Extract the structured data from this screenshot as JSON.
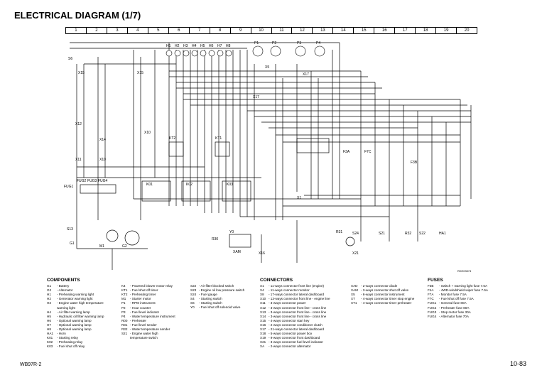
{
  "title": "ELECTRICAL DIAGRAM (1/7)",
  "columns": [
    "1",
    "2",
    "3",
    "4",
    "5",
    "6",
    "7",
    "8",
    "9",
    "10",
    "11",
    "12",
    "13",
    "14",
    "15",
    "16",
    "17",
    "18",
    "19",
    "20"
  ],
  "diagram_labels": {
    "s6": "S6",
    "x15a": "X15",
    "x15b": "X15",
    "x12": "X12",
    "x14": "X14",
    "x11": "X11",
    "x10a": "X10",
    "x10b": "X10",
    "kt1": "KT1",
    "kt2": "KT2",
    "k01": "K01",
    "k02": "K02",
    "k03": "K03",
    "h1": "H1",
    "h2": "H2",
    "h3": "H3",
    "h4": "H4",
    "h5": "H5",
    "h6": "H6",
    "h7": "H7",
    "h8": "H8",
    "p1": "P1",
    "p2": "P2",
    "p3": "P3",
    "p4": "P4",
    "x5": "X5",
    "x17a": "X17",
    "x17b": "X17",
    "fug1": "FUG1",
    "fug2": "FUG2",
    "fug3": "FUG3",
    "fug4": "FUG4",
    "s13": "S13",
    "g1": "G1",
    "m1": "M1",
    "g2": "G2",
    "r30": "R30",
    "y0": "Y0",
    "x16": "X16",
    "xam": "XAM",
    "x1": "X1",
    "f3a": "F3A",
    "f3b": "F3B",
    "f7c": "F7C",
    "r31": "R31",
    "s24": "S24",
    "x21": "X21",
    "s21": "S21",
    "r32": "R32",
    "s22": "S22",
    "ha1": "HA1",
    "code": "RKE03374"
  },
  "components": {
    "heading": "COMPONENTS",
    "col1": [
      {
        "code": "G1",
        "text": "- Battery"
      },
      {
        "code": "G2",
        "text": "- Alternator"
      },
      {
        "code": "H1",
        "text": "- Preheating warning light"
      },
      {
        "code": "H2",
        "text": "- Generator warning light"
      },
      {
        "code": "H3",
        "text": "- Engine water high temperature"
      },
      {
        "code": "",
        "text": "warning light"
      },
      {
        "code": "H4",
        "text": "- Air filter warning lamp"
      },
      {
        "code": "H5",
        "text": "- Hydraulic oil filter warning lamp"
      },
      {
        "code": "H6",
        "text": "- Optional warning lamp"
      },
      {
        "code": "H7",
        "text": "- Optional warning lamp"
      },
      {
        "code": "H8",
        "text": "- Optional warning lamp"
      },
      {
        "code": "HA1",
        "text": "- Horn"
      },
      {
        "code": "K01",
        "text": "- Starting relay"
      },
      {
        "code": "K02",
        "text": "- Preheating relay"
      },
      {
        "code": "K03",
        "text": "- Fuel shut off relay"
      }
    ],
    "col2": [
      {
        "code": "K4",
        "text": "- Powered blower motor relay"
      },
      {
        "code": "KT1",
        "text": "- Fuel shut off timer"
      },
      {
        "code": "KT2",
        "text": "- Preheating timer"
      },
      {
        "code": "M1",
        "text": "- Starter motor"
      },
      {
        "code": "P1",
        "text": "- RPM instrument"
      },
      {
        "code": "P2",
        "text": "- Hour counter"
      },
      {
        "code": "P3",
        "text": "- Fuel level indicator"
      },
      {
        "code": "P4",
        "text": "- Water temperature instrument"
      },
      {
        "code": "R00",
        "text": "- Preheater"
      },
      {
        "code": "R31",
        "text": "- Fuel level sender"
      },
      {
        "code": "R32",
        "text": "- Water temperature sender"
      },
      {
        "code": "S21",
        "text": "- Engine water high"
      },
      {
        "code": "",
        "text": "temperature switch"
      }
    ],
    "col3": [
      {
        "code": "S22",
        "text": "- Air filter blocked switch"
      },
      {
        "code": "S23",
        "text": "- Engine oil low pressure switch"
      },
      {
        "code": "S24",
        "text": "- Fuel gauge"
      },
      {
        "code": "S4",
        "text": "- Starting switch"
      },
      {
        "code": "S6",
        "text": "- Starting switch"
      },
      {
        "code": "Y0",
        "text": "- Fuel shut off solenoid valve"
      }
    ]
  },
  "connectors": {
    "heading": "CONNECTORS",
    "col1": [
      {
        "code": "X1",
        "text": "- 11-ways connector front line (engine)"
      },
      {
        "code": "X4",
        "text": "- 11-ways connector monitor"
      },
      {
        "code": "X8",
        "text": "- 17-ways connector lateral dashboard"
      },
      {
        "code": "X10",
        "text": "- 13-ways connector front line - engine line"
      },
      {
        "code": "X11",
        "text": "- 3-ways connector power"
      },
      {
        "code": "X12",
        "text": "- 3-ways connector front line - cross line"
      },
      {
        "code": "X13",
        "text": "- 3-ways connector front line - cross line"
      },
      {
        "code": "X14",
        "text": "- 3-ways connector front line - cross line"
      },
      {
        "code": "X15",
        "text": "- 4-ways connector start key"
      },
      {
        "code": "X16",
        "text": "- 2-ways connector conditioner clutch"
      },
      {
        "code": "X17",
        "text": "- 21-ways connector lateral dashboard"
      },
      {
        "code": "X18",
        "text": "- 5-ways connector power box"
      },
      {
        "code": "X19",
        "text": "- 9-ways connector front dashboard"
      },
      {
        "code": "X21",
        "text": "- 3-ways connector fuel level indicator"
      },
      {
        "code": "XA",
        "text": "- 2-ways connector alternator"
      }
    ],
    "col2": [
      {
        "code": "XAD",
        "text": "- 2-ways connector diode"
      },
      {
        "code": "XAM",
        "text": "- 3-ways connector shut off valve"
      },
      {
        "code": "X5",
        "text": "- 6-ways connector instrument"
      },
      {
        "code": "XT",
        "text": "- 4-ways connector timer stop engine"
      },
      {
        "code": "XT1",
        "text": "- 4-ways connector timer preheater"
      }
    ]
  },
  "fuses": {
    "heading": "FUSES",
    "items": [
      {
        "code": "F3B",
        "text": "- Switch + warning light fuse 7.5A"
      },
      {
        "code": "F4A",
        "text": "- 4WD-windshield wiper fuse 7.5A"
      },
      {
        "code": "F7A",
        "text": "- Monitor fuse 7.5A"
      },
      {
        "code": "F7C",
        "text": "- Fuel shut off fuse 7.5A"
      },
      {
        "code": "FUG1",
        "text": "- General fuse 80A"
      },
      {
        "code": "FUG2",
        "text": "- Preheater fuse 80A"
      },
      {
        "code": "FUG3",
        "text": "- Stop motor fuse 30A"
      },
      {
        "code": "FUG4",
        "text": "- Alternator fuse 70A"
      }
    ]
  },
  "footer": {
    "left": "WB97R-2",
    "right": "10-83"
  }
}
